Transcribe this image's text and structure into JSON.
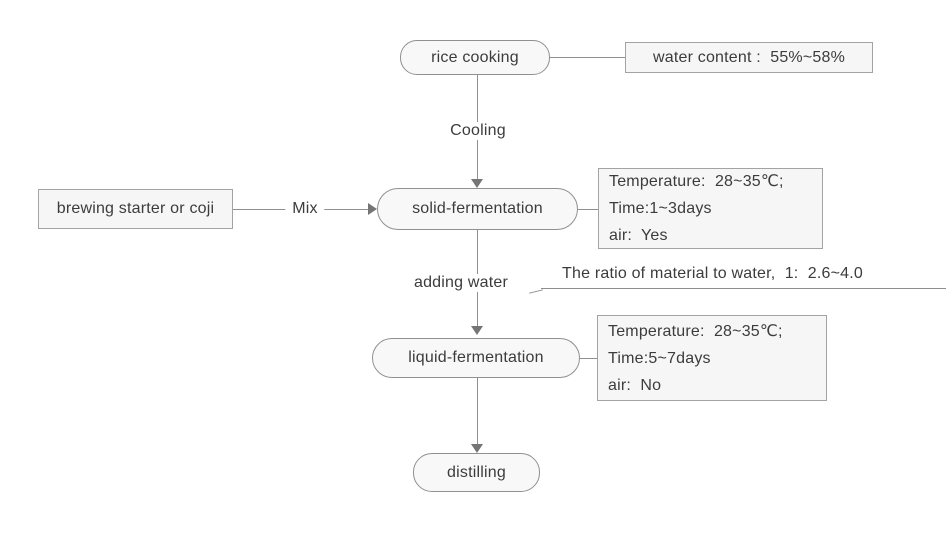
{
  "diagram": {
    "title_hint": "rice liquor brewing process flowchart",
    "colors": {
      "background": "#ffffff",
      "node_fill": "#f8f8f8",
      "node_border": "#909090",
      "note_fill": "#f6f6f6",
      "note_border": "#a3a3a3",
      "line": "#8f8f8f",
      "arrowhead": "#757575",
      "text": "#3c3c3c"
    },
    "nodes": {
      "rice_cooking": {
        "label": "rice cooking",
        "shape": "rounded"
      },
      "brewing_starter": {
        "label": "brewing starter or coji",
        "shape": "rectangle"
      },
      "solid_fermentation": {
        "label": "solid-fermentation",
        "shape": "rounded"
      },
      "liquid_fermentation": {
        "label": "liquid-fermentation",
        "shape": "rounded"
      },
      "distilling": {
        "label": "distilling",
        "shape": "rounded"
      }
    },
    "edge_labels": {
      "cooling": "Cooling",
      "mix": "Mix",
      "adding_water": "adding water"
    },
    "annotations": {
      "water_content": {
        "text": "water content :  55%~58%"
      },
      "solid_conditions": {
        "lines": [
          "Temperature:  28~35℃;",
          "Time:1~3days",
          "air:  Yes"
        ]
      },
      "ratio_note": {
        "text": "The ratio of material to water,  1:  2.6~4.0"
      },
      "liquid_conditions": {
        "lines": [
          "Temperature:  28~35℃;",
          "Time:5~7days",
          "air:  No"
        ]
      }
    }
  }
}
